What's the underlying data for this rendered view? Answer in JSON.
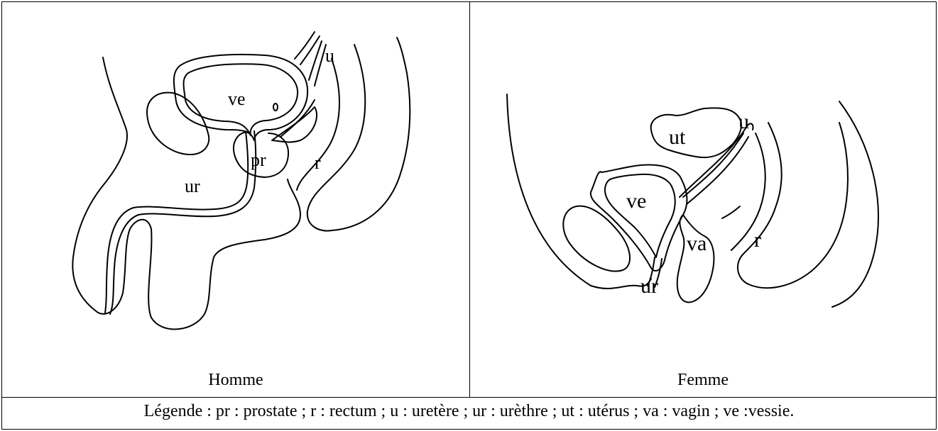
{
  "captions": {
    "male": "Homme",
    "female": "Femme"
  },
  "legend": "Légende : pr : prostate ; r : rectum ; u : uretère ; ur : urèthre ; ut : utérus ; va : vagin ; ve :vessie.",
  "male_labels": {
    "bladder": "ve",
    "ureter": "u",
    "prostate": "pr",
    "rectum": "r",
    "urethra": "ur"
  },
  "female_labels": {
    "uterus": "ut",
    "ureter": "u",
    "bladder": "ve",
    "vagina": "va",
    "rectum": "r",
    "urethra": "ur"
  }
}
